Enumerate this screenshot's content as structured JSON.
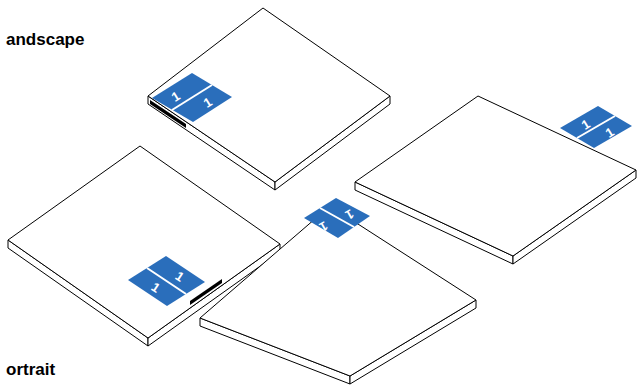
{
  "diagram": {
    "labels": [
      "andscape",
      "ortrait",
      "1",
      "1",
      "1",
      "1",
      "1",
      "1",
      "1",
      "1"
    ]
  }
}
